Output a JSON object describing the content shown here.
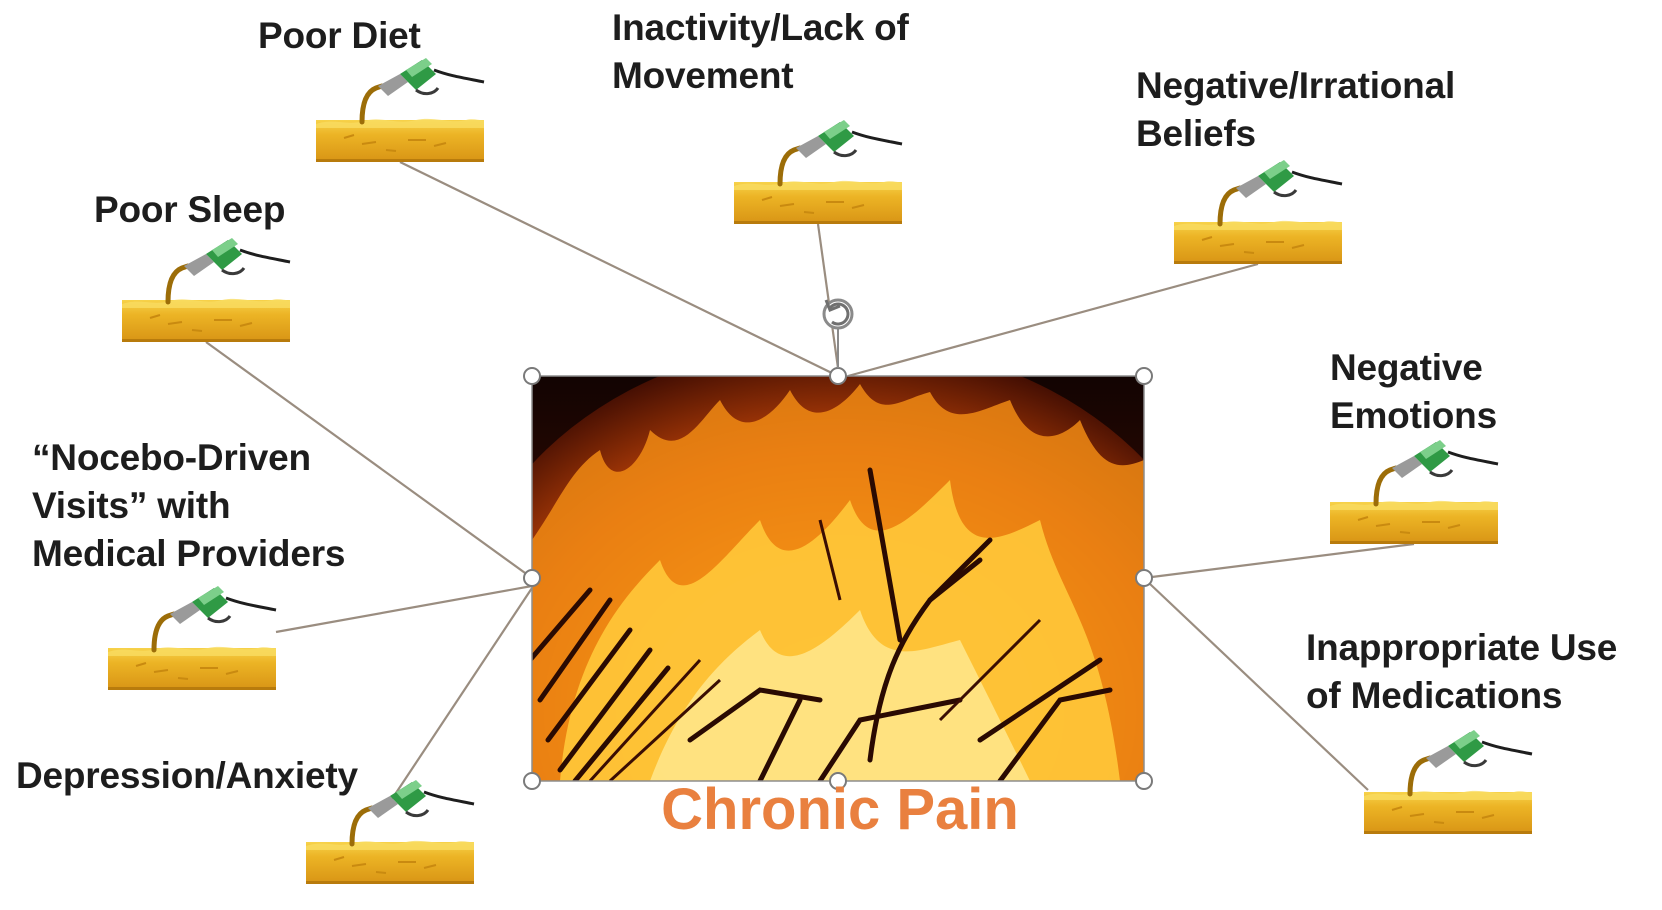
{
  "center": {
    "title": "Chronic Pain",
    "title_color": "#e9803f",
    "image": "bonfire-flames-photo",
    "selected": true
  },
  "factors": [
    {
      "id": "poor-diet",
      "lines": [
        "Poor Diet"
      ],
      "icon": "fuel-nozzle-pouring-icon"
    },
    {
      "id": "inactivity",
      "lines": [
        "Inactivity/Lack of",
        "Movement"
      ],
      "icon": "fuel-nozzle-pouring-icon"
    },
    {
      "id": "negative-beliefs",
      "lines": [
        "Negative/Irrational",
        "Beliefs"
      ],
      "icon": "fuel-nozzle-pouring-icon"
    },
    {
      "id": "poor-sleep",
      "lines": [
        "Poor Sleep"
      ],
      "icon": "fuel-nozzle-pouring-icon"
    },
    {
      "id": "negative-emotions",
      "lines": [
        "Negative",
        "Emotions"
      ],
      "icon": "fuel-nozzle-pouring-icon"
    },
    {
      "id": "nocebo-visits",
      "lines": [
        "“Nocebo-Driven",
        "Visits” with",
        "Medical Providers"
      ],
      "icon": "fuel-nozzle-pouring-icon"
    },
    {
      "id": "medications",
      "lines": [
        "Inappropriate Use",
        "of Medications"
      ],
      "icon": "fuel-nozzle-pouring-icon"
    },
    {
      "id": "depression-anxiety",
      "lines": [
        "Depression/Anxiety"
      ],
      "icon": "fuel-nozzle-pouring-icon"
    }
  ],
  "colors": {
    "text": "#1d1d1d",
    "connector": "#9a8d80",
    "fuel": "#e8b21e"
  }
}
